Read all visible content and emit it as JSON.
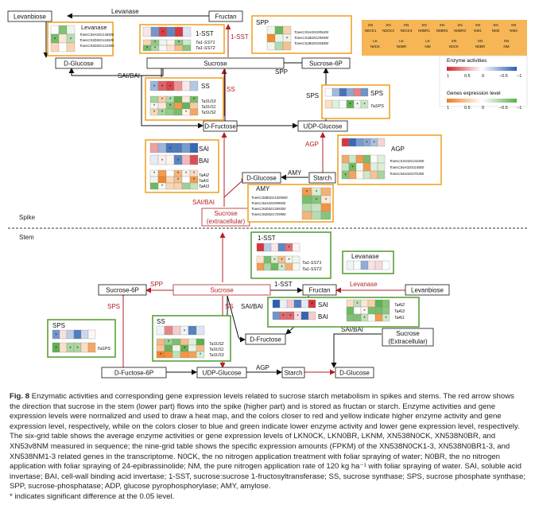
{
  "colors": {
    "orange_box": "#f0a32a",
    "green_box": "#5aa03a",
    "red_arrow": "#b22025",
    "activity_high": "#d3262c",
    "activity_low": "#2a5fb0",
    "expression_high": "#f07e1c",
    "expression_low": "#5db04d",
    "legend_band": "#f6b655"
  },
  "section_labels": {
    "spike": "Spike",
    "stem": "Stem"
  },
  "legend": {
    "groups_row1": [
      "N0CK1",
      "N0CK2",
      "N0CK3",
      "N0BR1",
      "N0BR2",
      "N0BR3",
      "NM1",
      "NM2",
      "NM3"
    ],
    "groups_row1_prefix": "XN",
    "groups_row2": [
      "N0CK",
      "N0BR",
      "NM",
      "N0CK",
      "N0BR",
      "NM"
    ],
    "groups_row2_prefix": [
      "LK",
      "LK",
      "LK",
      "XN",
      "XN",
      "XN"
    ],
    "activity_title": "Enzyme activities",
    "expression_title": "Genes expression level",
    "scale_ticks": [
      "1",
      "0.5",
      "0",
      "−0.5",
      "−1"
    ]
  },
  "spike": {
    "nodes": {
      "levanbiose": "Levanbiose",
      "fructan": "Fructan",
      "d_glucose": "D-Glucose",
      "sucrose": "Sucrose",
      "sucrose_6p": "Sucrose-6P",
      "d_fructose": "D-Fructose",
      "udp_glucose": "UDP-Glucose",
      "d_glucose_2": "D-Glucose",
      "starch": "Starch",
      "sucrose_ext_1": "Sucrose",
      "sucrose_ext_2": "(extracellular)"
    },
    "edges": {
      "levanase": "Levanase",
      "sst_1": "1-SST",
      "sai_bai": "SAI/BAI",
      "spp": "SPP",
      "ss": "SS",
      "sps": "SPS",
      "agp": "AGP",
      "amy": "AMY",
      "sai_bai_2": "SAI/BAI"
    },
    "enzymes": {
      "levanase": {
        "label": "Levanase",
        "genes": [
          "TraesCS6A02G136500",
          "TraesCS3D02G116500",
          "TraesCS6D02G124500"
        ]
      },
      "sst": {
        "label": "1-SST",
        "genes": [
          "Ta1-SST1",
          "Ta1-SST2"
        ]
      },
      "spp": {
        "label": "SPP",
        "genes": [
          "TraesCS5A02G005400",
          "TraesCS1B02G293500",
          "TraesCS2B02G004800"
        ]
      },
      "ss": {
        "label": "SS",
        "genes": [
          "TaSUS3",
          "TaSUS1",
          "TaSUS2"
        ]
      },
      "sps": {
        "label": "SPS",
        "genes": [
          "TaSPS"
        ]
      },
      "sai_bai": {
        "labels": [
          "SAI",
          "BAI"
        ],
        "genes": [
          "TaAI2",
          "TaAI1",
          "TaAI3"
        ]
      },
      "agp": {
        "label": "AGP",
        "genes": [
          "TraesCS3A02G231500",
          "TraesCS6A02G014800",
          "TraesCS6A02G072300"
        ]
      },
      "amy": {
        "label": "AMY",
        "genes": [
          "TraesCS6B02G1029600",
          "TraesCS6A02G859500",
          "TraesCS5D02G269300",
          "TraesCS6D02G729900"
        ]
      }
    }
  },
  "stem": {
    "nodes": {
      "sucrose_6p": "Sucrose-6P",
      "sucrose": "Sucrose",
      "fructan": "Fructan",
      "levanbiose": "Levanbiose",
      "d_fructose": "D-Fructose",
      "sucrose_ext_1": "Sucrose",
      "sucrose_ext_2": "(Extracellular)",
      "d_fructose_6p": "D-Fuctose-6P",
      "udp_glucose": "UDP-Glucose",
      "starch": "Starch",
      "d_glucose": "D-Glucose"
    },
    "edges": {
      "spp": "SPP",
      "sst_1": "1-SST",
      "levanase": "Levanase",
      "sps": "SPS",
      "ss": "SS",
      "sai_bai": "SAI/BAI",
      "sai_bai_2": "SAI/BAI",
      "agp": "AGP"
    },
    "enzymes": {
      "sst": {
        "label": "1-SST",
        "genes": [
          "Ta1-SST1",
          "Ta1-SST2"
        ]
      },
      "levanase": {
        "label": "Levanase"
      },
      "sai_bai": {
        "labels": [
          "SAI",
          "BAI"
        ],
        "genes": [
          "TaAI2",
          "TaAI3",
          "TaAI1"
        ]
      },
      "ss": {
        "label": "SS",
        "genes": [
          "TaSUS2",
          "TaSUS1",
          "TaSUS3"
        ]
      },
      "sps": {
        "label": "SPS",
        "genes": [
          "TaSPS"
        ]
      }
    }
  },
  "caption": {
    "fig_label": "Fig. 8",
    "text": "Enzymatic activities and corresponding gene expression levels related to sucrose starch metabolism in spikes and stems. The red arrow shows the direction that sucrose in the stem (lower part) flows into the spike (higher part) and is stored as fructan or starch. Enzyme activities and gene expression levels were normalized and used to draw a heat map, and the colors closer to red and yellow indicate higher enzyme activity and gene expression level, respectively, while on the colors closer to blue and green indicate lower enzyme activity and lower gene expression level, respectively. The six-grid table shows the average enzyme activities or gene expression levels of LKN0CK, LKN0BR, LKNM, XN538N0CK, XN538N0BR, and XN53v8NM measured in sequence; the nine-grid table shows the specific expression amounts (FPKM) of the XN538N0CK1-3, XN538N0BR1-3, and XN538NM1-3 related genes in the transcriptome. N0CK, the no nitrogen application treatment with foliar spraying of water; N0BR, the no nitrogen application with foliar spraying of 24-epibrassinolide; NM, the pure nitrogen application rate of 120 kg ha⁻¹ with foliar spraying of water. SAI, soluble acid invertase; BAI, cell-wall binding acid invertase; 1-SST, sucrose:sucrose 1-fructosyltransferase; SS, sucrose synthase; SPS, sucrose phosphate synthase; SPP, sucrose-phosphatase; ADP, glucose pyrophosphorylase; AMY, amylose.",
    "footnote": "* indicates significant difference at the 0.05 level."
  }
}
